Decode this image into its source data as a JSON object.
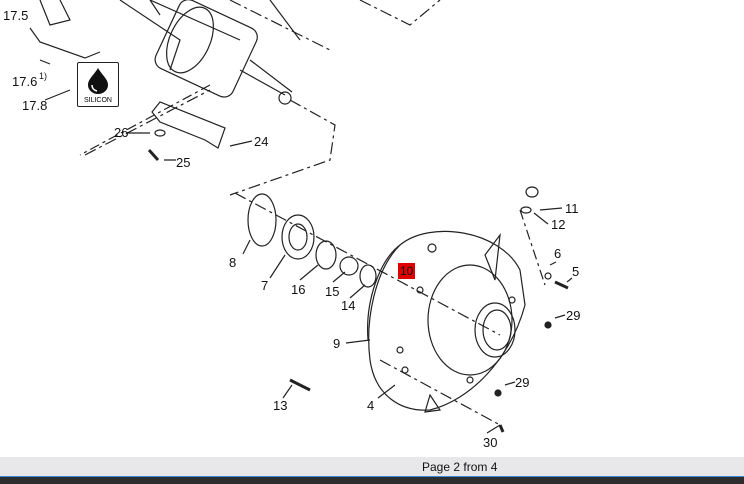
{
  "diagram": {
    "labels": {
      "p17_5": "17.5",
      "p17_6": "17.6",
      "p17_6_note": "1)",
      "p17_8": "17.8",
      "p26": "26",
      "p25": "25",
      "p24": "24",
      "p11": "11",
      "p12": "12",
      "p6": "6",
      "p5": "5",
      "p10": "10",
      "p29a": "29",
      "p29b": "29",
      "p8": "8",
      "p7": "7",
      "p16": "16",
      "p15": "15",
      "p14": "14",
      "p9": "9",
      "p4": "4",
      "p13": "13",
      "p30": "30"
    },
    "silicon_icon_text": "SILICON",
    "highlight_color": "#e00000"
  },
  "footer": {
    "page_status": "Page 2 from 4"
  }
}
